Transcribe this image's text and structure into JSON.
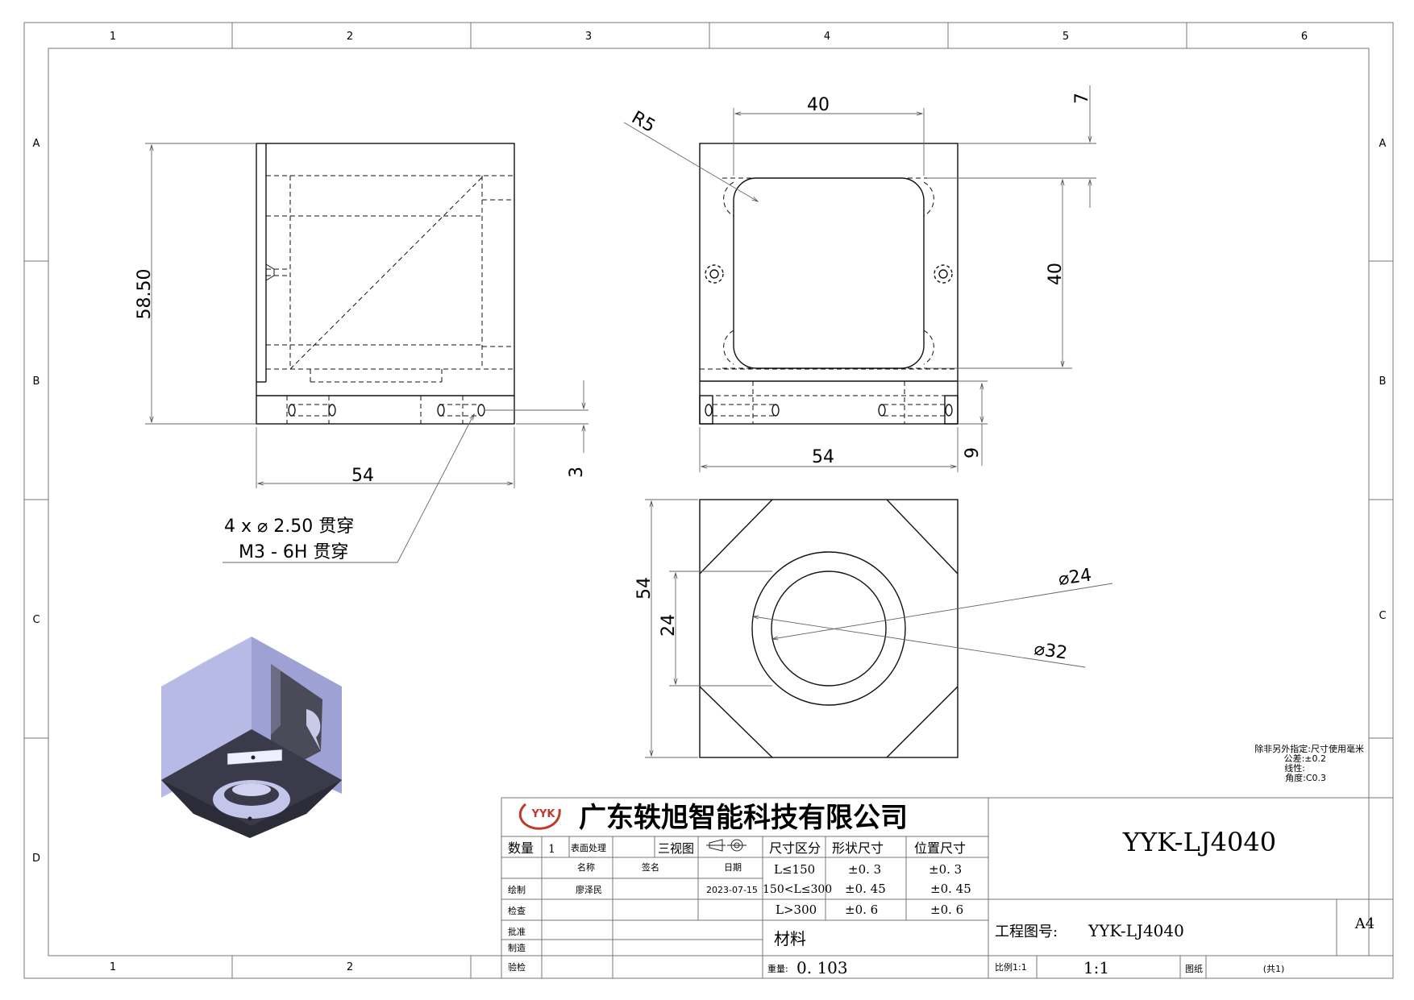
{
  "grid": {
    "cols": [
      "1",
      "2",
      "3",
      "4",
      "5",
      "6"
    ],
    "rows": [
      "A",
      "B",
      "C",
      "D"
    ]
  },
  "dims": {
    "side_height": "58.50",
    "side_width": "54",
    "side_hole_offset": "3",
    "hole_note_1": "4 x ⌀ 2.50 贯穿",
    "hole_note_2": "M3 - 6H 贯穿",
    "front_top_width": "40",
    "front_radius": "R5",
    "front_top_offset": "7",
    "front_inner_height": "40",
    "front_bottom_offset": "9",
    "front_width": "54",
    "bottom_height": "54",
    "bottom_inner": "24",
    "dia_inner": "⌀24",
    "dia_outer": "⌀32"
  },
  "notes": {
    "line1": "除非另外指定:尺寸使用毫米",
    "line2": "公差:±0.2",
    "line3": "线性:",
    "line4": "角度:C0.3"
  },
  "title_block": {
    "logo": "YYK",
    "company": "广东轶旭智能科技有限公司",
    "qty_label": "数量",
    "qty_value": "1",
    "surface_label": "表面处理",
    "three_view": "三视图",
    "name_label": "名称",
    "sign_label": "签名",
    "date_label": "日期",
    "draw_label": "绘制",
    "drawer": "廖泽民",
    "date": "2023-07-15",
    "check_label": "检查",
    "approve_label": "批准",
    "make_label": "制造",
    "inspect_label": "验检",
    "tol_headers": [
      "尺寸区分",
      "形状尺寸",
      "位置尺寸"
    ],
    "tol_rows": [
      [
        "L≤150",
        "±0. 3",
        "±0. 3"
      ],
      [
        "150<L≤300",
        "±0. 45",
        "±0. 45"
      ],
      [
        "L>300",
        "±0. 6",
        "±0. 6"
      ]
    ],
    "material_label": "材料",
    "weight_label": "重量:",
    "weight_value": "0. 103",
    "part_number": "YYK-LJ4040",
    "drawing_no_label": "工程图号:",
    "drawing_no": "YYK-LJ4040",
    "size": "A4",
    "scale_label": "比例1:1",
    "scale_value": "1:1",
    "sheet_label": "图纸",
    "sheet_total": "(共1)"
  }
}
